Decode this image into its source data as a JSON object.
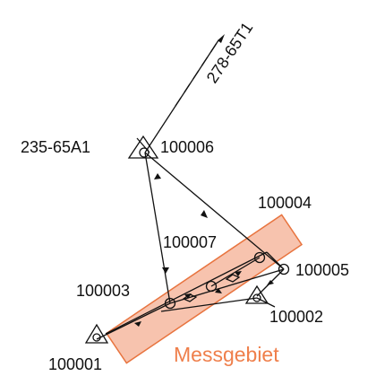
{
  "colors": {
    "line": "#111111",
    "measurement_area_fill": "#f6b9a0",
    "measurement_area_stroke": "#e8743f",
    "measurement_area_text": "#ef7f4b"
  },
  "labels": {
    "remote_target": "278-65T1",
    "control_point": "235-65A1",
    "p100006": "100006",
    "p100004": "100004",
    "p100007": "100007",
    "p100003": "100003",
    "p100005": "100005",
    "p100002": "100002",
    "p100001": "100001",
    "measurement_area": "Messgebiet"
  },
  "symbols": {
    "p100001": "triangle-station-icon",
    "p100002": "triangle-station-icon",
    "p100006": "triangle-station-icon",
    "traverse_points": "circle-point-icon",
    "direction": "arrowhead-icon"
  }
}
